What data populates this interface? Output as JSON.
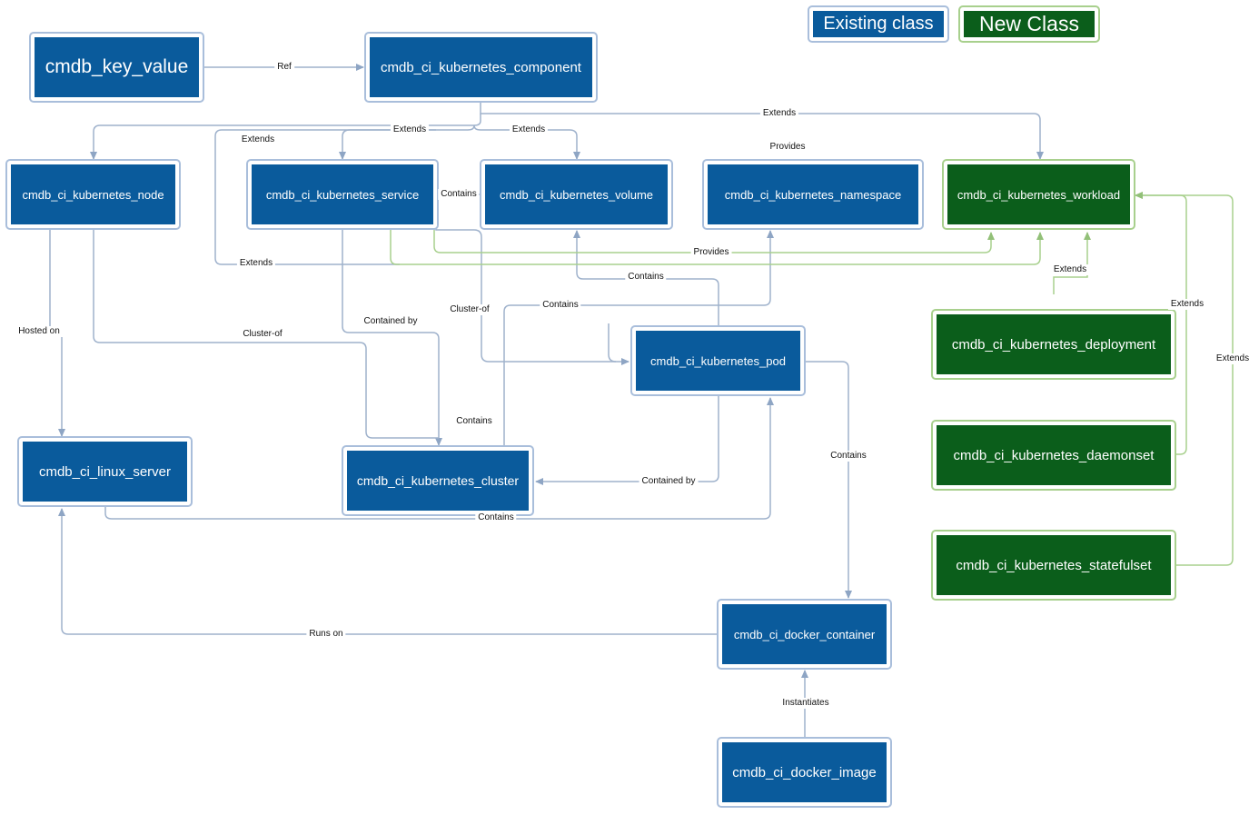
{
  "legend": {
    "existing": "Existing class",
    "new": "New Class"
  },
  "nodes": {
    "key_value": "cmdb_key_value",
    "k8s_component": "cmdb_ci_kubernetes_component",
    "k8s_node": "cmdb_ci_kubernetes_node",
    "k8s_service": "cmdb_ci_kubernetes_service",
    "k8s_volume": "cmdb_ci_kubernetes_volume",
    "k8s_namespace": "cmdb_ci_kubernetes_namespace",
    "k8s_workload": "cmdb_ci_kubernetes_workload",
    "k8s_deployment": "cmdb_ci_kubernetes_deployment",
    "k8s_daemonset": "cmdb_ci_kubernetes_daemonset",
    "k8s_statefulset": "cmdb_ci_kubernetes_statefulset",
    "k8s_pod": "cmdb_ci_kubernetes_pod",
    "linux_server": "cmdb_ci_linux_server",
    "k8s_cluster": "cmdb_ci_kubernetes_cluster",
    "docker_container": "cmdb_ci_docker_container",
    "docker_image": "cmdb_ci_docker_image"
  },
  "edge_labels": {
    "ref": "Ref",
    "extends_workload": "Extends",
    "extends_center": "Extends",
    "extends_volume": "Extends",
    "extends_service": "Extends",
    "extends_left": "Extends",
    "provides_namespace": "Provides",
    "contains_service_volume": "Contains",
    "provides_green": "Provides",
    "contains_volume": "Contains",
    "extends_deployment": "Extends",
    "extends_daemonset": "Extends",
    "extends_statefulset": "Extends",
    "cluster_of_pod": "Cluster-of",
    "contains_namespace": "Contains",
    "contained_by_service": "Contained by",
    "hosted_on": "Hosted on",
    "cluster_of_node": "Cluster-of",
    "contains_cluster": "Contains",
    "contains_pod_container": "Contains",
    "contained_by_pod": "Contained by",
    "contains_bottom": "Contains",
    "runs_on": "Runs on",
    "instantiates": "Instantiates"
  },
  "colors": {
    "existing": "#0a5b9c",
    "new": "#0b5e1b",
    "existing_border": "#a9bedb",
    "new_border": "#a8d08d",
    "edge": "#9fb2cc",
    "edge_green": "#a8d08d"
  }
}
